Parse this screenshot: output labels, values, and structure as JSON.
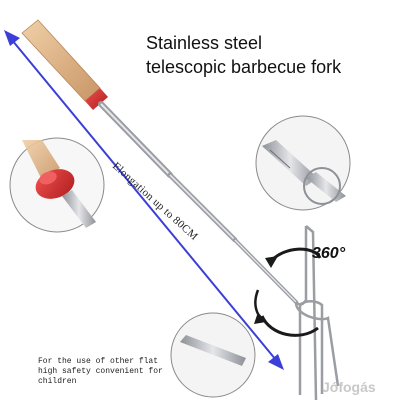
{
  "title": {
    "line1": "Stainless steel",
    "line2": "telescopic barbecue fork"
  },
  "elongation_label": "Elongation up to 80CM",
  "rotation_label": "360°",
  "note": {
    "line1": "For the use of other flat",
    "line2": "high safety convenient for",
    "line3": "children"
  },
  "watermark": "Jófogás",
  "colors": {
    "arrow": "#3b3fd8",
    "handle_wood": "#e0b484",
    "collar_red": "#d82a2a",
    "steel": "#b9bcc0",
    "circle_border": "#8a8a8a"
  },
  "icons": [
    "double-arrow-icon",
    "rotation-arrow-icon"
  ]
}
